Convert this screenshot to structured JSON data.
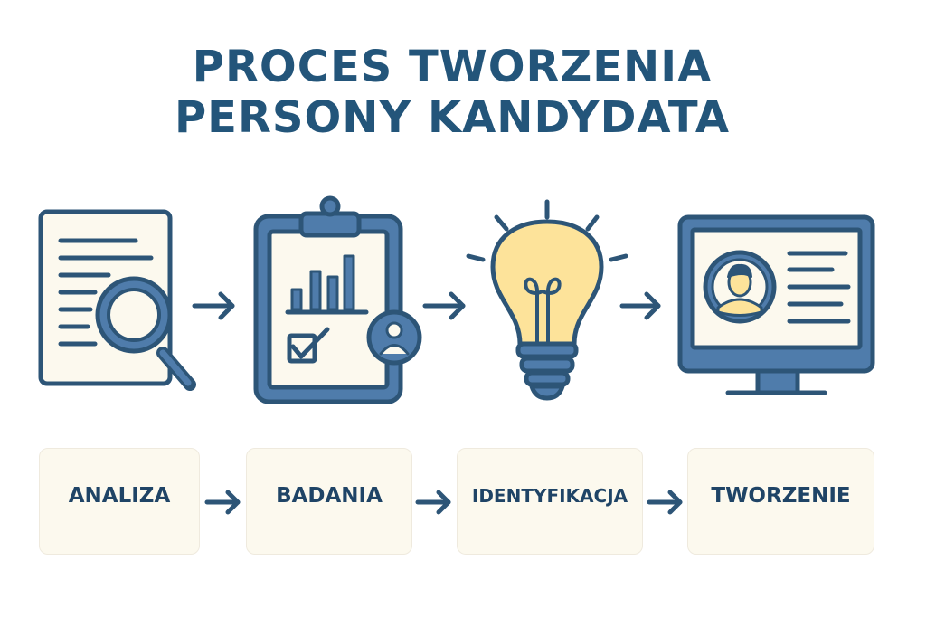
{
  "title": {
    "line1": "PROCES TWORZENIA",
    "line2": "PERSONY KANDYDATA"
  },
  "colors": {
    "title": "#23557a",
    "stroke": "#2d5577",
    "blue": "#4f7cab",
    "paper": "#fcf9ee",
    "bulb": "#fde39a",
    "label_text": "#1f4466"
  },
  "steps": [
    {
      "icon": "document-magnifier-icon",
      "label": "ANALIZA"
    },
    {
      "icon": "clipboard-chart-icon",
      "label": "BADANIA"
    },
    {
      "icon": "lightbulb-icon",
      "label": "IDENTYFIKACJA"
    },
    {
      "icon": "monitor-profile-icon",
      "label": "TWORZENIE"
    }
  ],
  "arrow_icon": "arrow-right-icon"
}
